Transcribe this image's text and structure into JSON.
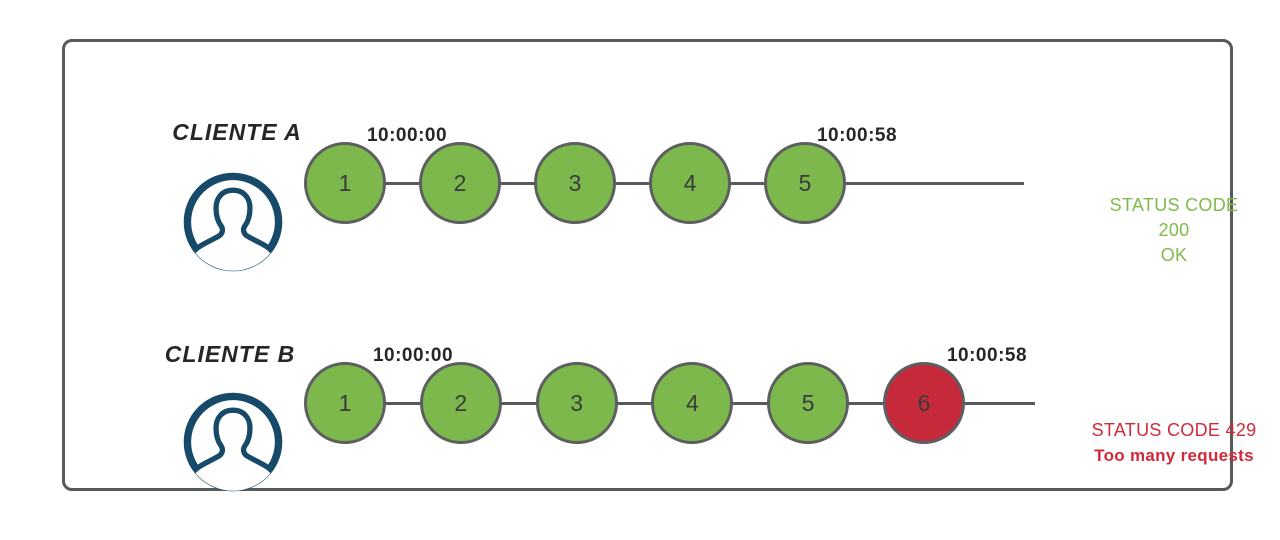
{
  "colors": {
    "green": "#7cb84c",
    "green-text": "#7fba4a",
    "red-circle": "#c5293a",
    "red-text": "#d2293a",
    "stroke-gray": "#5d5e60",
    "line-gray": "#58595b",
    "navy": "#174a68",
    "text-dark": "#262626"
  },
  "rows": [
    {
      "client_label": "CLIENTE A",
      "start_time": "10:00:00",
      "end_time": "10:00:58",
      "requests": [
        {
          "n": "1",
          "state": "ok"
        },
        {
          "n": "2",
          "state": "ok"
        },
        {
          "n": "3",
          "state": "ok"
        },
        {
          "n": "4",
          "state": "ok"
        },
        {
          "n": "5",
          "state": "ok"
        }
      ],
      "status_line1": "STATUS CODE 200",
      "status_line2": "OK"
    },
    {
      "client_label": "CLIENTE B",
      "start_time": "10:00:00",
      "end_time": "10:00:58",
      "requests": [
        {
          "n": "1",
          "state": "ok"
        },
        {
          "n": "2",
          "state": "ok"
        },
        {
          "n": "3",
          "state": "ok"
        },
        {
          "n": "4",
          "state": "ok"
        },
        {
          "n": "5",
          "state": "ok"
        },
        {
          "n": "6",
          "state": "blocked"
        }
      ],
      "status_line1": "STATUS CODE 429",
      "status_line2": "Too many requests"
    }
  ]
}
